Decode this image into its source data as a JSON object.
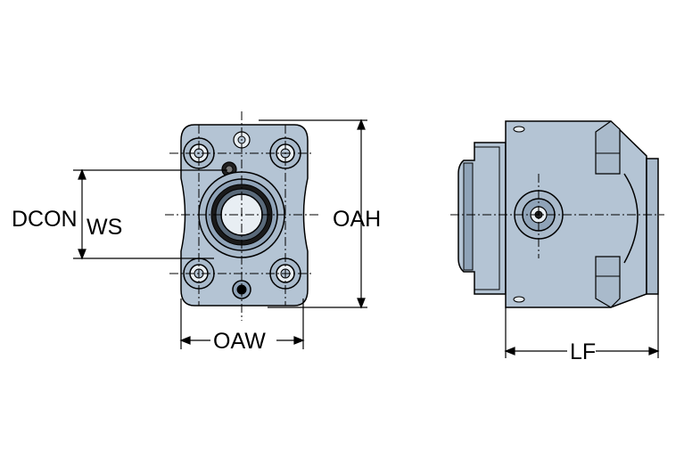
{
  "labels": {
    "dcon": "DCON",
    "dcon_sub": "WS",
    "oah": "OAH",
    "oaw": "OAW",
    "lf": "LF"
  },
  "colors": {
    "body_fill": "#b4c4d4",
    "dark_fill": "#8fa3b8",
    "hole_fill": "#e8eef3",
    "line": "#000000"
  }
}
